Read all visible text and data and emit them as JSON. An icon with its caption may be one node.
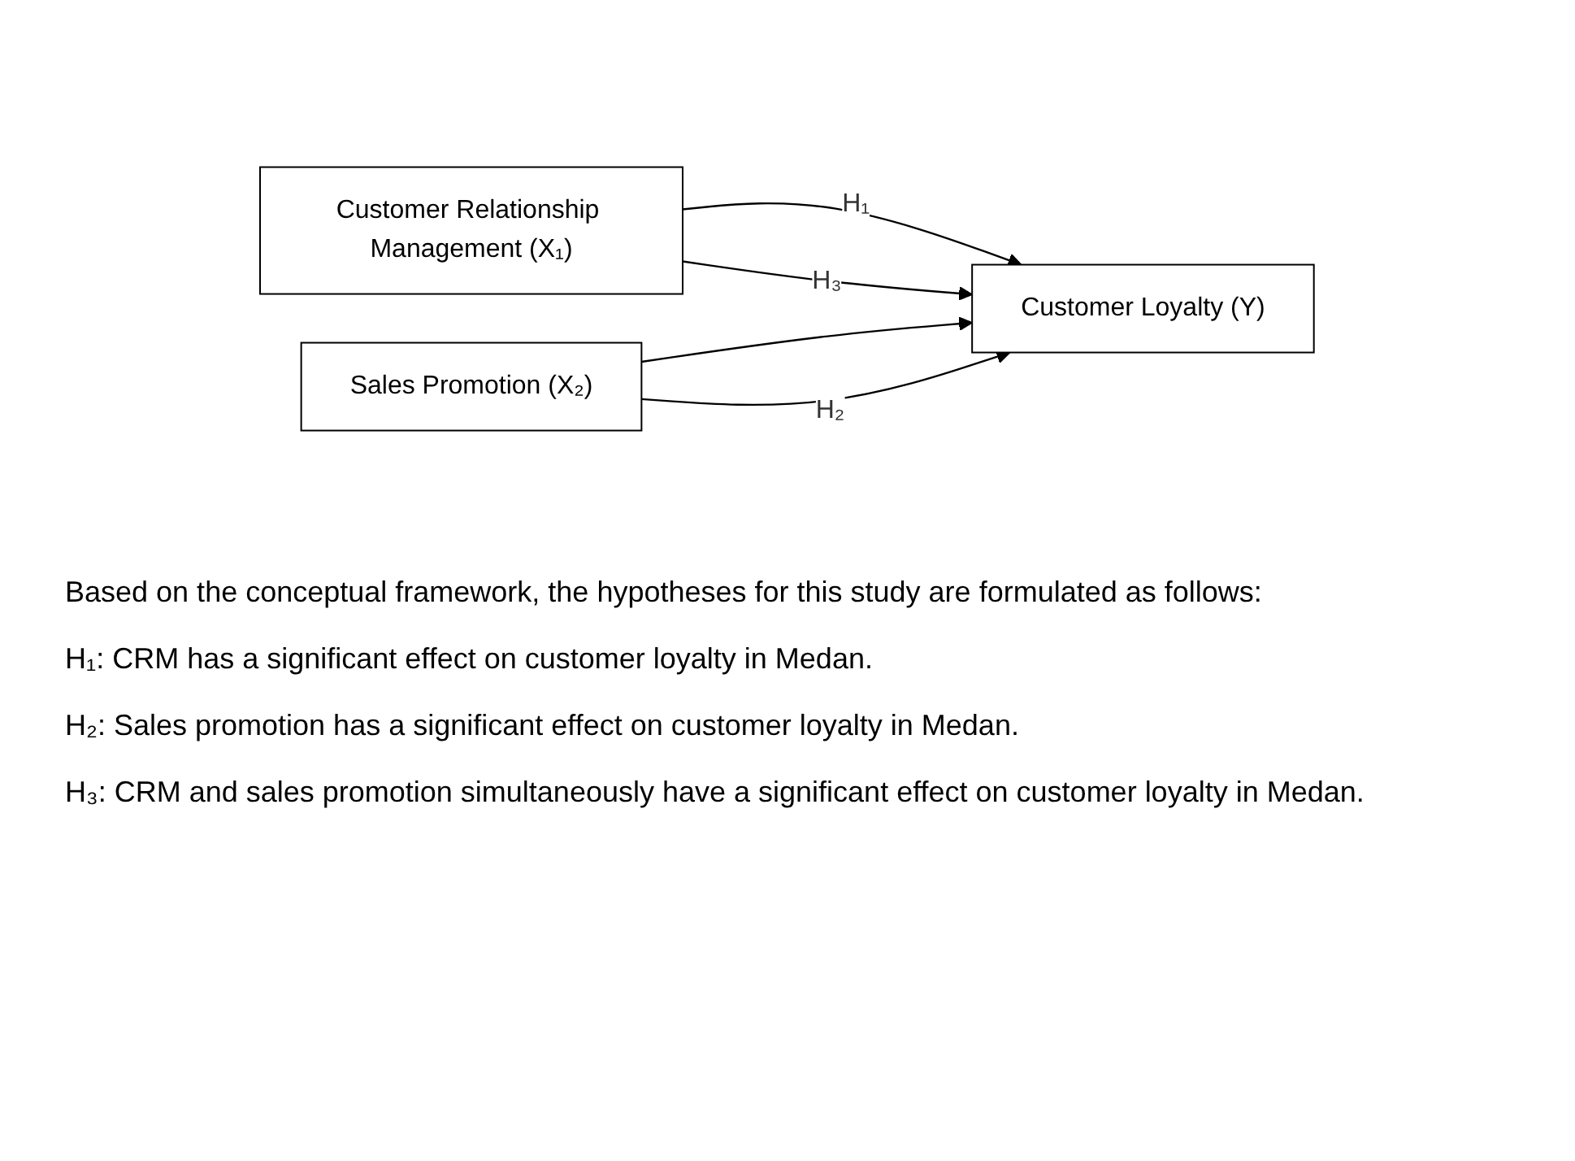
{
  "diagram": {
    "nodes": [
      {
        "text": [
          "Customer Relationship Management (X₁)"
        ]
      },
      {
        "text": [
          "Sales Promotion (X₂)"
        ]
      },
      {
        "text": [
          "Customer Loyalty (Y)"
        ]
      }
    ],
    "edges": [
      {
        "from": 0,
        "to": 2,
        "arrow": "to",
        "label": "H₁"
      },
      {
        "from": 0,
        "to": 2,
        "arrow": "to",
        "label": "H₃"
      },
      {
        "from": 1,
        "to": 2,
        "arrow": "to"
      },
      {
        "from": 1,
        "to": 2,
        "arrow": "to",
        "label": "H₂"
      }
    ],
    "labels": [
      "Based on the conceptual framework, the hypotheses for this study are formulated as follows:",
      "H₁: CRM has a significant effect on customer loyalty in Medan.",
      "H₂: Sales promotion has a significant effect on customer loyalty in Medan.",
      "H₃: CRM and sales promotion simultaneously have a significant effect on customer loyalty in Medan."
    ]
  }
}
